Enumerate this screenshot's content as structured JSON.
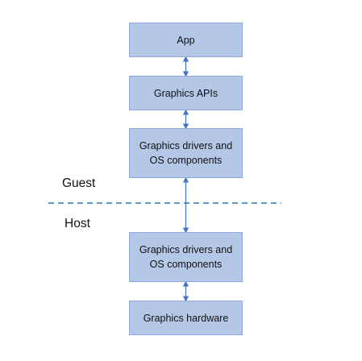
{
  "diagram": {
    "boxes": {
      "app": "App",
      "graphics_apis": "Graphics APIs",
      "guest_drivers": "Graphics drivers and\nOS components",
      "host_drivers": "Graphics drivers and\nOS components",
      "graphics_hardware": "Graphics hardware"
    },
    "zones": {
      "guest": "Guest",
      "host": "Host"
    },
    "colors": {
      "box_fill": "#b4c7e7",
      "box_border": "#8eaadb",
      "connector": "#4472c4",
      "divider": "#2e75b6"
    }
  }
}
